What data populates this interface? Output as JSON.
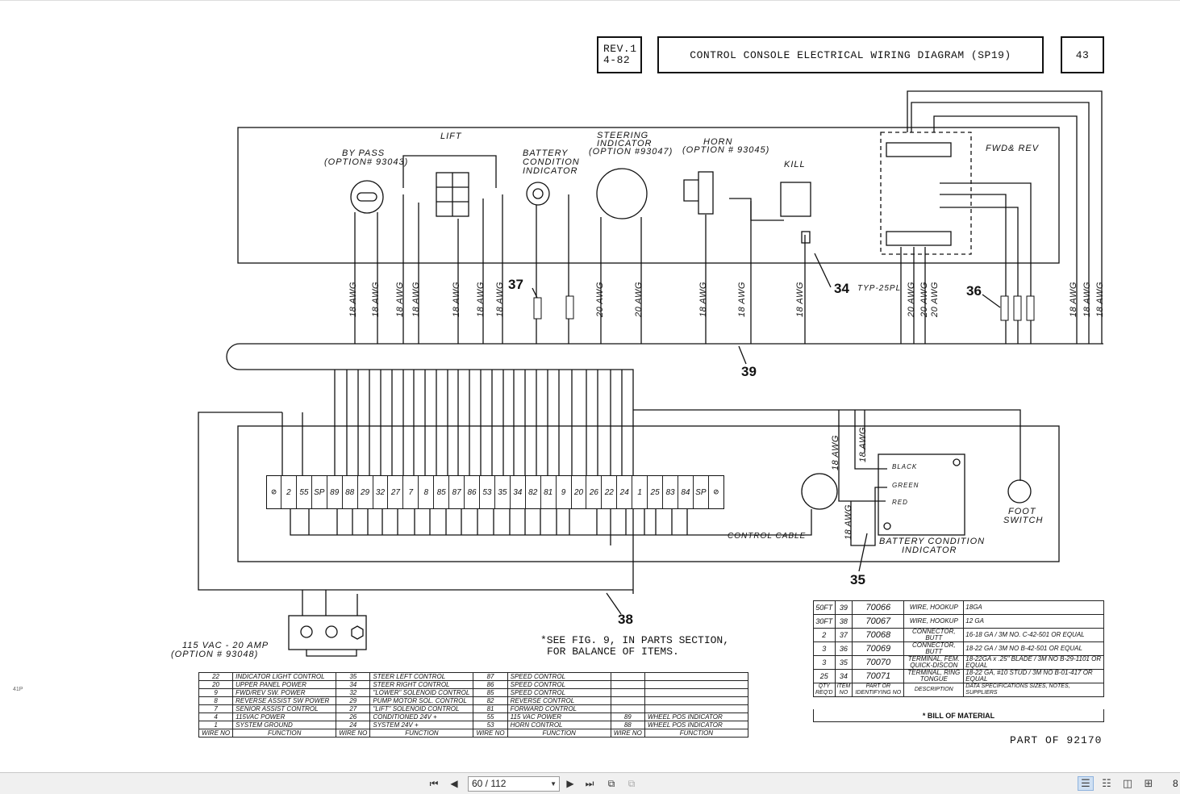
{
  "header": {
    "rev_line1": "REV.1",
    "rev_line2": "4-82",
    "title": "CONTROL CONSOLE ELECTRICAL WIRING DIAGRAM (SP19)",
    "page": "43"
  },
  "components": {
    "bypass": [
      "BY PASS",
      "(OPTION# 93043)"
    ],
    "lift": "LIFT",
    "battery": [
      "BATTERY",
      "CONDITION",
      "INDICATOR"
    ],
    "steering": [
      "STEERING",
      "INDICATOR",
      "(OPTION #93047)"
    ],
    "horn": [
      "HORN",
      "(OPTION # 93045)"
    ],
    "kill": "KILL",
    "fwd_rev": "FWD& REV",
    "foot_switch": [
      "FOOT",
      "SWITCH"
    ],
    "battery_lower": [
      "BATTERY CONDITION",
      "INDICATOR"
    ],
    "power": [
      "115 VAC - 20 AMP",
      "(OPTION # 93048)"
    ],
    "control_cable": "CONTROL CABLE",
    "typ": "TYP-25PL",
    "black": "BLACK",
    "green": "GREEN",
    "red": "RED"
  },
  "callouts": [
    "37",
    "34",
    "36",
    "39",
    "38",
    "35"
  ],
  "awg_labels": [
    "18 AWG",
    "18 AWG",
    "18 AWG",
    "18 AWG",
    "18 AWG",
    "18 AWG",
    "18 AWG",
    "20 AWG",
    "20 AWG",
    "18 AWG",
    "18 AWG",
    "18 AWG",
    "20 AWG",
    "20 AWG",
    "20 AWG",
    "18 AWG",
    "18 AWG",
    "18 AWG"
  ],
  "lower_awg": [
    "18 AWG",
    "18 AWG",
    "18 AWG"
  ],
  "terminal_strip": [
    "2",
    "55",
    "SP",
    "89",
    "88",
    "29",
    "32",
    "27",
    "7",
    "8",
    "85",
    "87",
    "86",
    "53",
    "35",
    "34",
    "82",
    "81",
    "9",
    "20",
    "26",
    "22",
    "24",
    "1",
    "25",
    "83",
    "84",
    "SP"
  ],
  "note": [
    "*SEE FIG. 9, IN PARTS SECTION,",
    "FOR BALANCE OF ITEMS."
  ],
  "wire_table": {
    "rows": [
      [
        "22",
        "INDICATOR LIGHT CONTROL",
        "35",
        "STEER LEFT CONTROL",
        "87",
        "SPEED CONTROL",
        "",
        ""
      ],
      [
        "20",
        "UPPER PANEL POWER",
        "34",
        "STEER RIGHT CONTROL",
        "86",
        "SPEED CONTROL",
        "",
        ""
      ],
      [
        "9",
        "FWD/REV SW. POWER",
        "32",
        "\"LOWER\" SOLENOID CONTROL",
        "85",
        "SPEED CONTROL",
        "",
        ""
      ],
      [
        "8",
        "REVERSE ASSIST SW POWER",
        "29",
        "PUMP MOTOR SOL. CONTROL",
        "82",
        "REVERSE CONTROL",
        "",
        ""
      ],
      [
        "7",
        "SENIOR ASSIST CONTROL",
        "27",
        "\"LIFT\" SOLENOID CONTROL",
        "81",
        "FORWARD CONTROL",
        "",
        ""
      ],
      [
        "4",
        "115VAC POWER",
        "26",
        "CONDITIONED 24V +",
        "55",
        "115 VAC POWER",
        "89",
        "WHEEL POS INDICATOR"
      ],
      [
        "1",
        "SYSTEM GROUND",
        "24",
        "SYSTEM 24V +",
        "53",
        "HORN CONTROL",
        "88",
        "WHEEL POS INDICATOR"
      ]
    ],
    "footer": [
      "WIRE NO",
      "FUNCTION",
      "WIRE NO",
      "FUNCTION",
      "WIRE NO",
      "FUNCTION",
      "WIRE NO",
      "FUNCTION"
    ]
  },
  "bom": {
    "rows": [
      [
        "50FT",
        "39",
        "70066",
        "WIRE, HOOKUP",
        "18GA"
      ],
      [
        "30FT",
        "38",
        "70067",
        "WIRE, HOOKUP",
        "12 GA"
      ],
      [
        "2",
        "37",
        "70068",
        "CONNECTOR, BUTT",
        "16-18 GA / 3M NO. C-42-501 OR EQUAL"
      ],
      [
        "3",
        "36",
        "70069",
        "CONNECTOR, BUTT",
        "18-22 GA / 3M NO B-42-501 OR EQUAL"
      ],
      [
        "3",
        "35",
        "70070",
        "TERMINAL, FEM. QUICK-DISCON",
        "18-22GA x .25\" BLADE / 3M NO B-29-1101 OR EQUAL"
      ],
      [
        "25",
        "34",
        "70071",
        "TERMINAL, RING TONGUE",
        "18-22 GA, #10 STUD / 3M NO B-01-417 OR EQUAL"
      ]
    ],
    "header": [
      "QTY REQ'D",
      "ITEM NO",
      "PART OR IDENTIFYING NO",
      "DESCRIPTION",
      "DATA SPECIFICATIONS SIZES, NOTES, SUPPLIERS"
    ],
    "title": "* BILL OF MATERIAL"
  },
  "part_of": "PART OF 92170",
  "margin_mark": "41P",
  "toolbar": {
    "page_value": "60 / 112",
    "first_icon": "first-page-icon",
    "prev_icon": "prev-page-icon",
    "next_icon": "next-page-icon",
    "last_icon": "last-page-icon",
    "zoom": "8"
  }
}
